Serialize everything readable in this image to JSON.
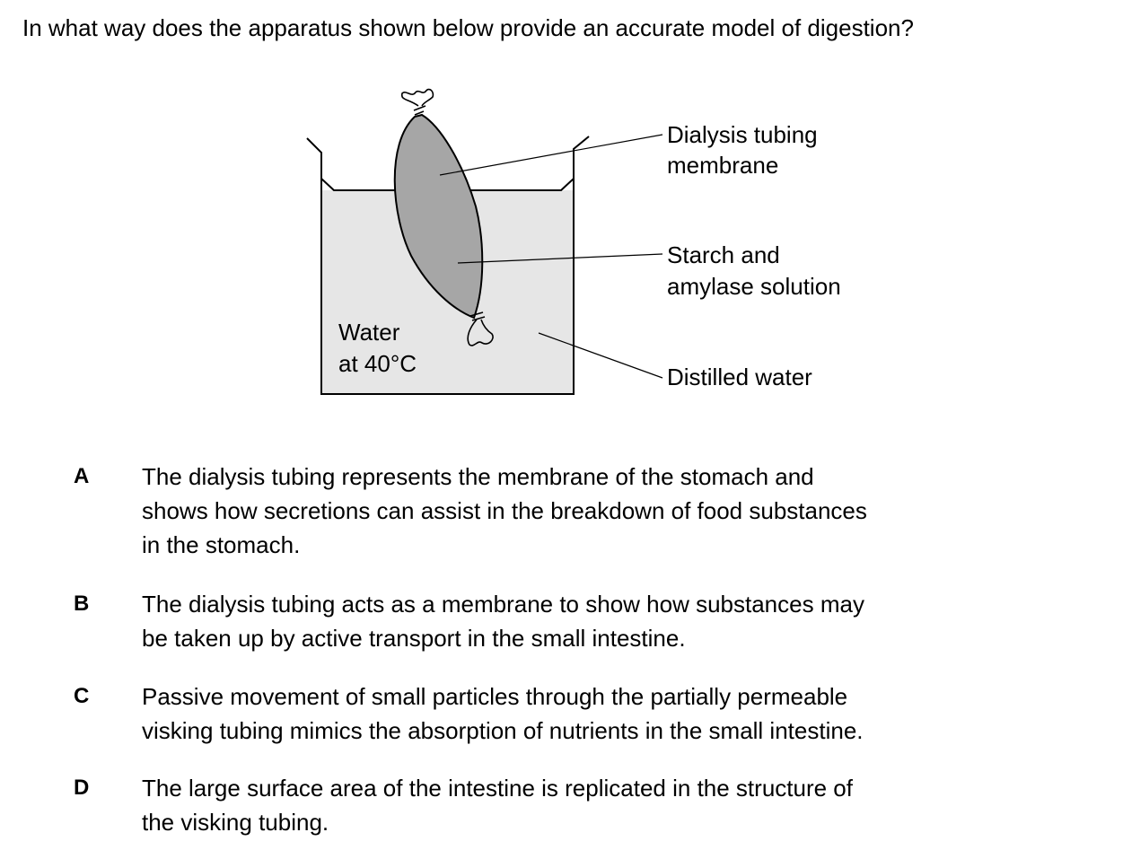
{
  "question": {
    "text": "In what way does the apparatus shown below provide an accurate model of digestion?"
  },
  "diagram": {
    "labels": {
      "tubing_line1": "Dialysis tubing",
      "tubing_line2": "membrane",
      "starch_line1": "Starch and",
      "starch_line2": "amylase solution",
      "distilled": "Distilled water",
      "water_line1": "Water",
      "water_line2": "at 40°C"
    },
    "colors": {
      "beaker_fill": "#e6e6e6",
      "tubing_fill": "#a6a6a6",
      "outline": "#000000"
    }
  },
  "options": [
    {
      "letter": "A",
      "line1": "The dialysis tubing represents the membrane of the stomach and",
      "line2": "shows how secretions can assist in the breakdown of food substances",
      "line3": "in the stomach."
    },
    {
      "letter": "B",
      "line1": "The dialysis tubing acts as a membrane to show how substances may",
      "line2": "be taken up by active transport in the small intestine."
    },
    {
      "letter": "C",
      "line1": "Passive movement of small particles through the partially permeable",
      "line2": "visking tubing mimics the absorption of nutrients in the small intestine."
    },
    {
      "letter": "D",
      "line1": "The large surface area of the intestine is replicated in the structure of",
      "line2": "the visking tubing."
    }
  ]
}
